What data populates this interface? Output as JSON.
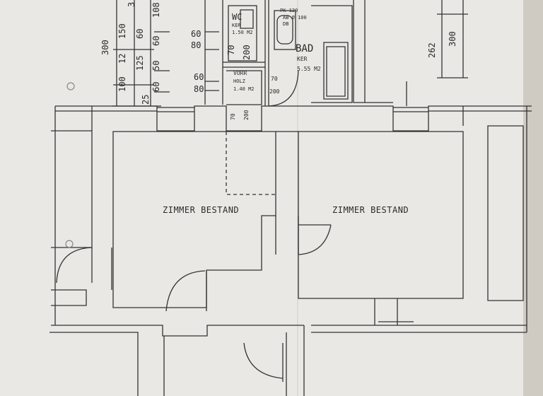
{
  "rooms": {
    "left_room": "ZIMMER BESTAND",
    "right_room": "ZIMMER BESTAND",
    "wc_title": "WC",
    "wc_floor": "KER",
    "wc_area": "1.50 M2",
    "bad_title": "BAD",
    "bad_floor": "KER",
    "bad_area": "5.55 M2",
    "vorr_title": "VORR",
    "vorr_floor": "HOLZ",
    "vorr_area": "1.40 M2"
  },
  "annotations": {
    "pk": "PK 120",
    "ab": "AB Ø 100",
    "db": "DB"
  },
  "dimensions": {
    "left_col_a": [
      "300",
      "100"
    ],
    "left_col_b": [
      "150",
      "12",
      "125"
    ],
    "left_col_c": [
      "60",
      "50",
      "60"
    ],
    "left_col_d": [
      "108",
      "60",
      "25"
    ],
    "top_cut": "3",
    "door_wc_upper": [
      "60",
      "80"
    ],
    "door_wc_lower": [
      "60",
      "80"
    ],
    "door_wc_inner": [
      "70",
      "200"
    ],
    "door_vorr_right": [
      "70",
      "200"
    ],
    "door_vorr_bottom": [
      "70",
      "200"
    ],
    "right_a": "262",
    "right_b": "300"
  }
}
